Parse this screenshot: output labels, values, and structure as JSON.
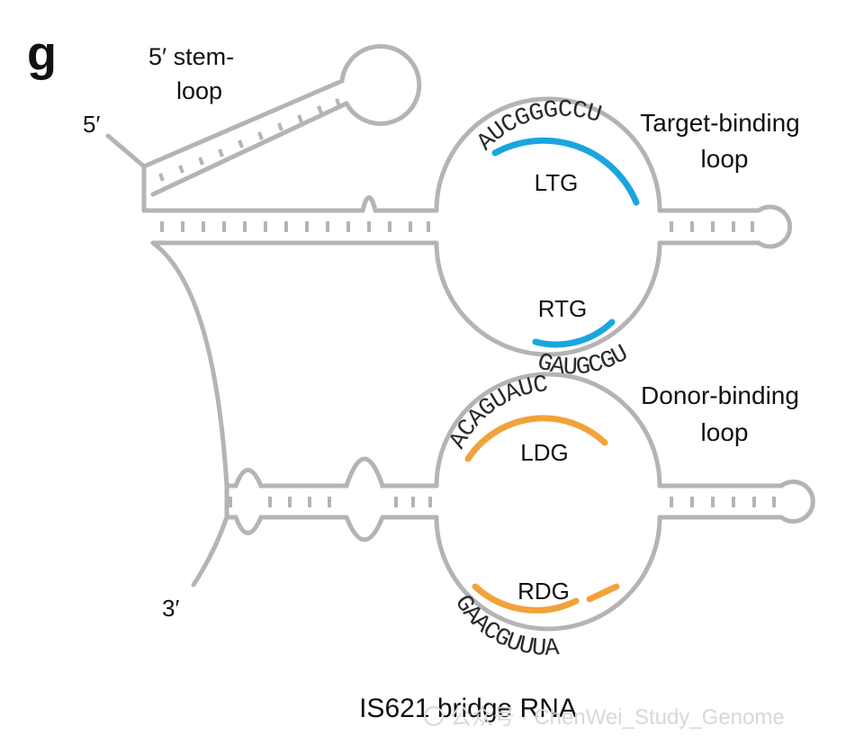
{
  "panel_letter": "g",
  "labels": {
    "stem_loop_line1": "5′ stem-",
    "stem_loop_line2": "loop",
    "five_prime": "5′",
    "three_prime": "3′",
    "target_loop_line1": "Target-binding",
    "target_loop_line2": "loop",
    "donor_loop_line1": "Donor-binding",
    "donor_loop_line2": "loop",
    "caption": "IS621 bridge RNA"
  },
  "regions": {
    "ltg": {
      "label": "LTG",
      "sequence": "AUCGGGCCU",
      "color": "#19a6e0"
    },
    "rtg": {
      "label": "RTG",
      "sequence": "GAUGCGU",
      "color": "#19a6e0"
    },
    "ldg": {
      "label": "LDG",
      "sequence": "ACAGUAUC",
      "color": "#f2a23a"
    },
    "rdg": {
      "label": "RDG",
      "sequence": "GAACGUUUA",
      "color": "#f2a23a"
    }
  },
  "colors": {
    "backbone": "#b4b4b4",
    "target": "#19a6e0",
    "donor": "#f2a23a"
  },
  "watermark": "公众号 · ChenWei_Study_Genome"
}
